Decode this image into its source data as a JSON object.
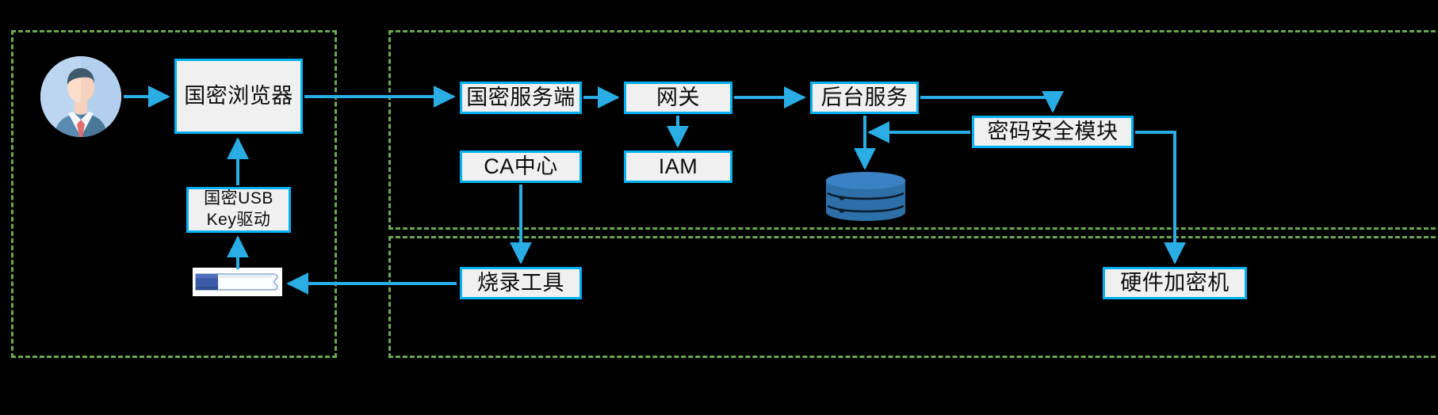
{
  "diagram": {
    "title": "国密安全架构图",
    "palette": {
      "background": "#000000",
      "zone_border": "#6aa84f",
      "node_fill": "#f0f0f0",
      "node_border": "#00b0f0",
      "arrow": "#29ade4",
      "db_fill": "#2d6fa8",
      "usb_body": "#3b5ca8"
    }
  },
  "zones": [
    {
      "id": "client",
      "name": "client-zone"
    },
    {
      "id": "server",
      "name": "server-zone"
    },
    {
      "id": "offline",
      "name": "offline-zone"
    }
  ],
  "nodes": {
    "user": {
      "label": "",
      "icon": "user-avatar-icon"
    },
    "browser": {
      "label": "国密浏览器"
    },
    "usbkey": {
      "label": "国密USB\nKey驱动"
    },
    "usbdrive": {
      "label": "",
      "icon": "usb-flash-drive-icon"
    },
    "gmserver": {
      "label": "国密服务端"
    },
    "gateway": {
      "label": "网关"
    },
    "iam": {
      "label": "IAM"
    },
    "backend": {
      "label": "后台服务"
    },
    "database": {
      "label": "",
      "icon": "database-cylinder-icon"
    },
    "cryptomodule": {
      "label": "密码安全模块"
    },
    "ca": {
      "label": "CA中心"
    },
    "burner": {
      "label": "烧录工具"
    },
    "hsm": {
      "label": "硬件加密机"
    }
  },
  "edges": [
    {
      "from": "user",
      "to": "browser",
      "name": "edge-user-to-browser"
    },
    {
      "from": "browser",
      "to": "gmserver",
      "name": "edge-browser-to-gmserver"
    },
    {
      "from": "usbkey",
      "to": "browser",
      "name": "edge-usbkey-to-browser"
    },
    {
      "from": "usbdrive",
      "to": "usbkey",
      "name": "edge-usbdrive-to-usbkey"
    },
    {
      "from": "burner",
      "to": "usbdrive",
      "name": "edge-burner-to-usbdrive"
    },
    {
      "from": "gmserver",
      "to": "gateway",
      "name": "edge-gmserver-to-gateway"
    },
    {
      "from": "gateway",
      "to": "backend",
      "name": "edge-gateway-to-backend"
    },
    {
      "from": "gateway",
      "to": "iam",
      "name": "edge-gateway-to-iam"
    },
    {
      "from": "backend",
      "to": "database",
      "name": "edge-backend-to-database"
    },
    {
      "from": "backend",
      "to": "cryptomodule",
      "name": "edge-backend-to-cryptomodule"
    },
    {
      "from": "cryptomodule",
      "to": "backend",
      "name": "edge-cryptomodule-to-backend"
    },
    {
      "from": "cryptomodule",
      "to": "hsm",
      "name": "edge-cryptomodule-to-hsm"
    },
    {
      "from": "ca",
      "to": "burner",
      "name": "edge-ca-to-burner"
    }
  ]
}
